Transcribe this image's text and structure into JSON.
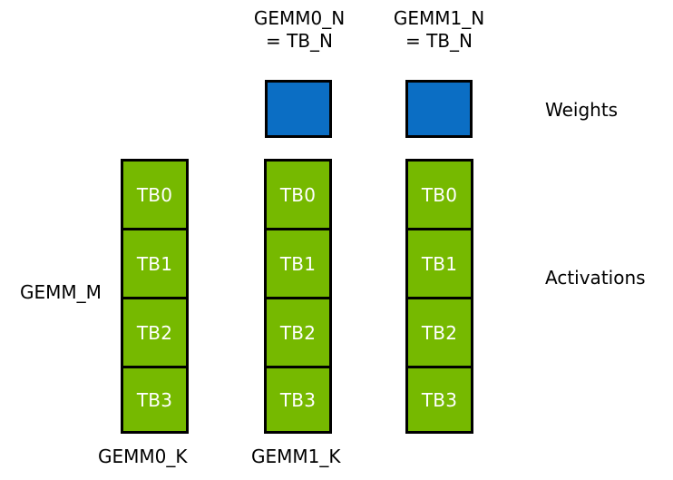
{
  "figure": {
    "background_color": "#ffffff",
    "weights_color": "#0B6EC4",
    "activations_color": "#76B900",
    "border_color": "#000000",
    "text_color": "#000000",
    "cell_text_color": "#ffffff"
  },
  "headers": {
    "gemm0": {
      "line1": "GEMM0_N",
      "line2": "= TB_N"
    },
    "gemm1": {
      "line1": "GEMM1_N",
      "line2": "= TB_N"
    }
  },
  "row_labels": {
    "weights": "Weights",
    "activations": "Activations"
  },
  "axis_labels": {
    "m": "GEMM_M",
    "k0": "GEMM0_K",
    "k1": "GEMM1_K"
  },
  "weight_blocks": [
    {
      "id": "gemm0-weight",
      "label": ""
    },
    {
      "id": "gemm1-weight",
      "label": ""
    }
  ],
  "activation_columns": [
    {
      "id": "activation-column-0",
      "cells": [
        {
          "label": "TB0"
        },
        {
          "label": "TB1"
        },
        {
          "label": "TB2"
        },
        {
          "label": "TB3"
        }
      ]
    },
    {
      "id": "activation-column-1",
      "cells": [
        {
          "label": "TB0"
        },
        {
          "label": "TB1"
        },
        {
          "label": "TB2"
        },
        {
          "label": "TB3"
        }
      ]
    },
    {
      "id": "activation-column-2",
      "cells": [
        {
          "label": "TB0"
        },
        {
          "label": "TB1"
        },
        {
          "label": "TB2"
        },
        {
          "label": "TB3"
        }
      ]
    }
  ]
}
